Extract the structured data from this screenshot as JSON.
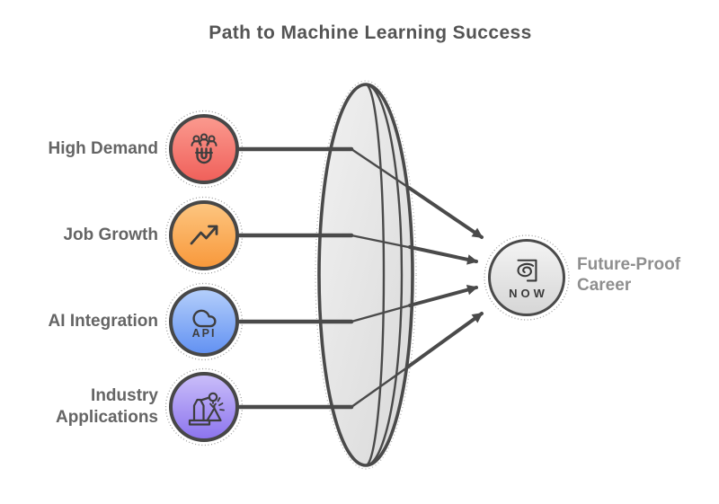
{
  "title": "Path to Machine Learning Success",
  "items": [
    {
      "label": "High Demand",
      "icon": "magnet-attract-icon",
      "gradient_top": "#fb998e",
      "gradient_bottom": "#f0615b"
    },
    {
      "label": "Job Growth",
      "icon": "trending-up-icon",
      "gradient_top": "#fdc57f",
      "gradient_bottom": "#f8993c"
    },
    {
      "label": "AI Integration",
      "icon": "cloud-api-icon",
      "api_text": "API",
      "gradient_top": "#b3cefb",
      "gradient_bottom": "#6392f2"
    },
    {
      "label": "Industry Applications",
      "icon": "robot-arm-icon",
      "gradient_top": "#c9bdf9",
      "gradient_bottom": "#8d75ee"
    }
  ],
  "target": {
    "logo_text": "NOW",
    "label": "Future-Proof Career"
  },
  "colors": {
    "line_stroke": "#4a4a4a",
    "title_text": "#545454",
    "item_label_text": "#656565",
    "target_label_text": "#8f8f8f",
    "lens_fill_top": "#f1f1f1",
    "lens_fill_bottom": "#dadada",
    "node_fill": "#e4e4e4"
  }
}
